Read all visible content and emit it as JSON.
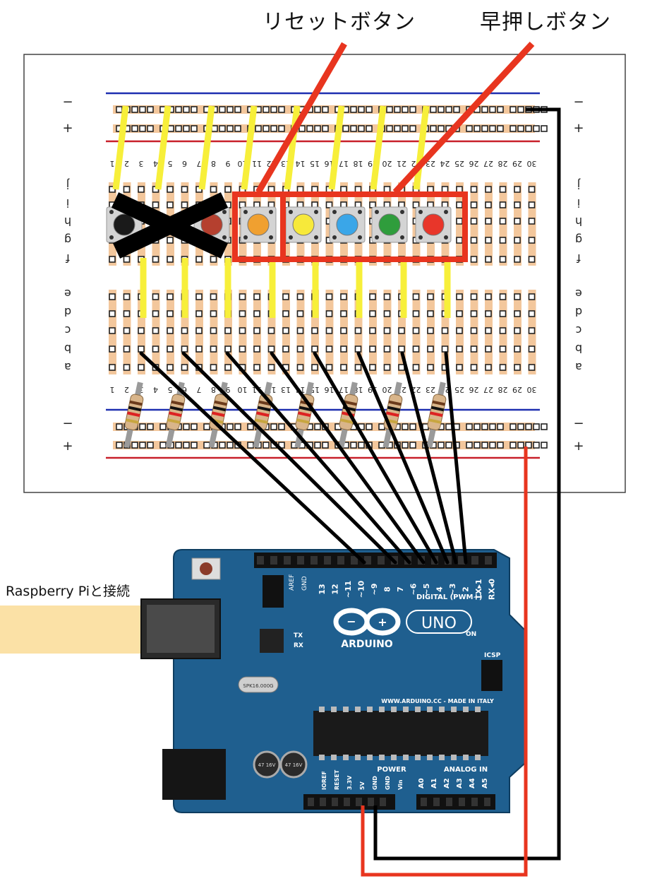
{
  "annotations": {
    "reset_button": "リセットボタン",
    "fast_press_button": "早押しボタン",
    "usb_connection": "Raspberry Piと接続"
  },
  "breadboard": {
    "rail_minus": "−",
    "rail_plus": "+",
    "column_numbers": [
      "1",
      "2",
      "3",
      "4",
      "5",
      "6",
      "7",
      "8",
      "9",
      "10",
      "11",
      "12",
      "13",
      "14",
      "15",
      "16",
      "17",
      "18",
      "19",
      "20",
      "21",
      "22",
      "23",
      "24",
      "25",
      "26",
      "27",
      "28",
      "29",
      "30"
    ],
    "row_letters_top": [
      "j",
      "i",
      "h",
      "g",
      "f"
    ],
    "row_letters_bottom": [
      "e",
      "d",
      "c",
      "b",
      "a"
    ]
  },
  "buttons": [
    {
      "name": "black",
      "color": "#1a1a1a",
      "crossed_out": true
    },
    {
      "name": "red-dark",
      "color": "#b5402f",
      "crossed_out": true
    },
    {
      "name": "orange",
      "color": "#f0a030",
      "crossed_out": false,
      "role": "reset"
    },
    {
      "name": "yellow",
      "color": "#f7e93a",
      "crossed_out": false,
      "role": "answer"
    },
    {
      "name": "blue",
      "color": "#3aa6e8",
      "crossed_out": false,
      "role": "answer"
    },
    {
      "name": "green",
      "color": "#2f9d3c",
      "crossed_out": false,
      "role": "answer"
    },
    {
      "name": "red",
      "color": "#e8362a",
      "crossed_out": false,
      "role": "answer"
    }
  ],
  "arduino": {
    "brand": "ARDUINO",
    "model": "UNO",
    "digital_header": "DIGITAL (PWM~)",
    "power_header": "POWER",
    "analog_header": "ANALOG IN",
    "website": "WWW.ARDUINO.CC - MADE IN ITALY",
    "on_label": "ON",
    "tx_label": "TX",
    "rx_label": "RX",
    "aref_label": "AREF",
    "gnd_label": "GND",
    "icsp_label": "ICSP",
    "digital_pins": [
      "13",
      "12",
      "~11",
      "~10",
      "~9",
      "8",
      "7",
      "~6",
      "~5",
      "4",
      "~3",
      "2",
      "TX▸1",
      "RX◂0"
    ],
    "power_pins": [
      "IOREF",
      "RESET",
      "3.3V",
      "5V",
      "GND",
      "GND",
      "Vin"
    ],
    "analog_pins": [
      "A0",
      "A1",
      "A2",
      "A3",
      "A4",
      "A5"
    ],
    "crystal_label": "SPK16.000G",
    "capacitor_label": "47 16V"
  },
  "colors": {
    "wire_signal": "#000000",
    "wire_power": "#e8351f",
    "wire_ground": "#000000",
    "jumper": "#f7ef3a",
    "rail_blue": "#1e2fb0",
    "rail_red": "#c8202a",
    "board_blue": "#1f5f8f",
    "highlight": "#e8351f"
  }
}
